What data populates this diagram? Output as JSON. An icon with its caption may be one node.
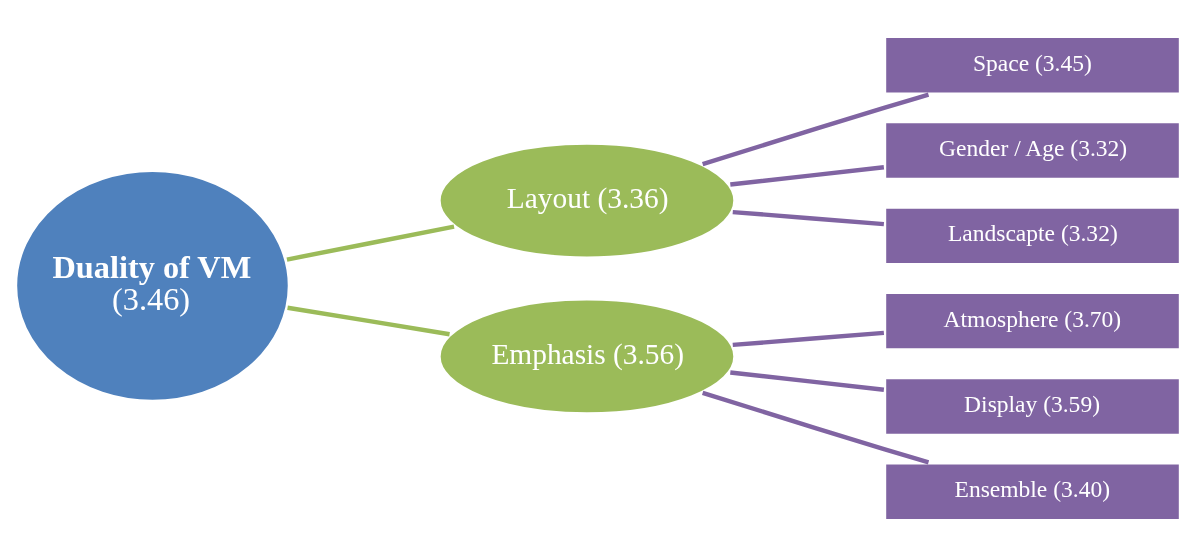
{
  "diagram": {
    "nodes": [
      {
        "text": [
          "Duality of VM",
          "(3.46)"
        ]
      },
      {
        "text": [
          "Layout (3.36)"
        ]
      },
      {
        "text": [
          "Space (3.45)"
        ]
      },
      {
        "text": [
          "Gender / Age (3.32)"
        ]
      },
      {
        "text": [
          "Landscapte (3.32)"
        ]
      },
      {
        "text": [
          "Emphasis (3.56)"
        ]
      },
      {
        "text": [
          "Atmosphere (3.70)"
        ]
      },
      {
        "text": [
          "Display (3.59)"
        ]
      },
      {
        "text": [
          "Ensemble (3.40)"
        ]
      }
    ],
    "edges": [
      {
        "from": 0,
        "to": 1,
        "arrow": "none",
        "color": "#9bbb59"
      },
      {
        "from": 0,
        "to": 5,
        "arrow": "none",
        "color": "#9bbb59"
      },
      {
        "from": 1,
        "to": 2,
        "arrow": "none"
      },
      {
        "from": 1,
        "to": 3,
        "arrow": "none"
      },
      {
        "from": 1,
        "to": 4,
        "arrow": "none"
      },
      {
        "from": 5,
        "to": 6,
        "arrow": "none"
      },
      {
        "from": 5,
        "to": 7,
        "arrow": "none"
      },
      {
        "from": 5,
        "to": 8,
        "arrow": "none"
      }
    ]
  }
}
